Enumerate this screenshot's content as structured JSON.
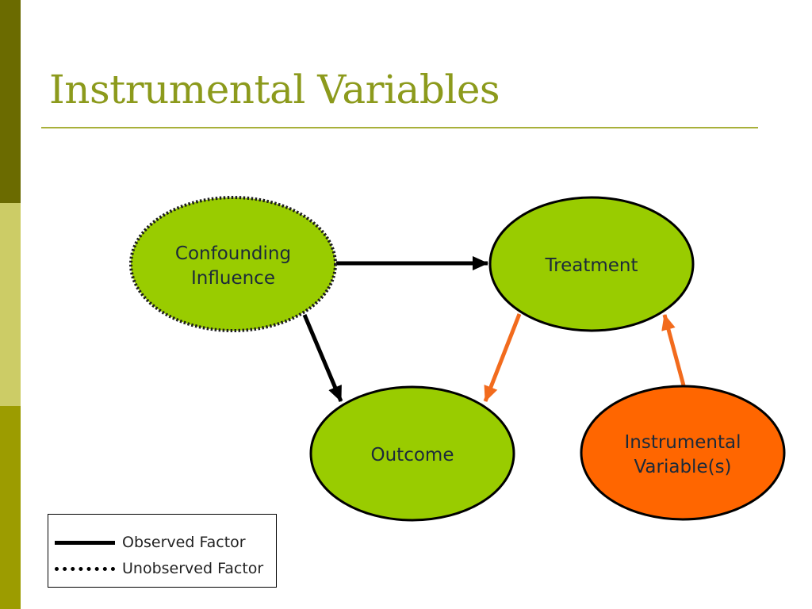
{
  "slide": {
    "title": "Instrumental Variables"
  },
  "diagram": {
    "nodes": {
      "confounding": {
        "lines": [
          "Confounding",
          "Influence"
        ],
        "fill": "#99cc00",
        "border": "dotted"
      },
      "treatment": {
        "lines": [
          "Treatment"
        ],
        "fill": "#99cc00",
        "border": "solid"
      },
      "outcome": {
        "lines": [
          "Outcome"
        ],
        "fill": "#99cc00",
        "border": "solid"
      },
      "instrument": {
        "lines": [
          "Instrumental",
          "Variable(s)"
        ],
        "fill": "#ff6600",
        "border": "solid"
      }
    },
    "edges": [
      {
        "from": "Confounding Influence",
        "to": "Treatment",
        "style": "observed",
        "color": "#000000"
      },
      {
        "from": "Confounding Influence",
        "to": "Outcome",
        "style": "observed",
        "color": "#000000"
      },
      {
        "from": "Treatment",
        "to": "Outcome",
        "style": "observed",
        "color": "#f26b1d"
      },
      {
        "from": "Instrumental Variable(s)",
        "to": "Treatment",
        "style": "observed",
        "color": "#f26b1d"
      }
    ]
  },
  "legend": {
    "observed": "Observed Factor",
    "unobserved": "Unobserved Factor"
  },
  "colors": {
    "title": "#8c9a1c",
    "node_green": "#99cc00",
    "node_orange": "#ff6600",
    "arrow_orange": "#f26b1d",
    "sidebar": [
      "#6b6b00",
      "#cccc66",
      "#9c9c00"
    ]
  }
}
